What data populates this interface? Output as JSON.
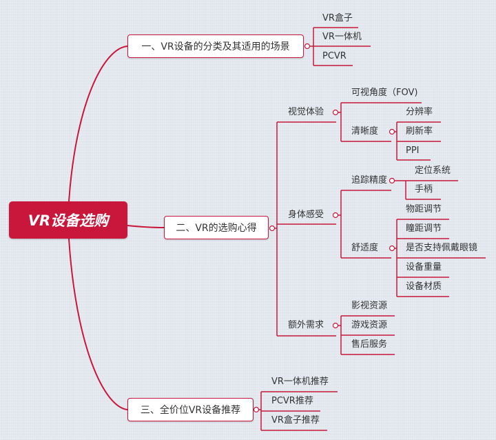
{
  "colors": {
    "accent": "#c8173b",
    "background": "#e3e8ef",
    "text": "#333333"
  },
  "root": {
    "label": "VR设备选购"
  },
  "branches": [
    {
      "label": "一、VR设备的分类及其适用的场景",
      "children": [
        {
          "label": "VR盒子"
        },
        {
          "label": "VR一体机"
        },
        {
          "label": "PCVR"
        }
      ]
    },
    {
      "label": "二、VR的选购心得",
      "children": [
        {
          "label": "视觉体验",
          "children": [
            {
              "label": "可视角度（FOV)"
            },
            {
              "label": "清晰度",
              "children": [
                {
                  "label": "分辨率"
                },
                {
                  "label": "刷新率"
                },
                {
                  "label": "PPI"
                }
              ]
            }
          ]
        },
        {
          "label": "身体感受",
          "children": [
            {
              "label": "追踪精度",
              "children": [
                {
                  "label": "定位系统"
                },
                {
                  "label": "手柄"
                }
              ]
            },
            {
              "label": "舒适度",
              "children": [
                {
                  "label": "物距调节"
                },
                {
                  "label": "瞳距调节"
                },
                {
                  "label": "是否支持佩戴眼镜"
                },
                {
                  "label": "设备重量"
                },
                {
                  "label": "设备材质"
                }
              ]
            }
          ]
        },
        {
          "label": "额外需求",
          "children": [
            {
              "label": "影视资源"
            },
            {
              "label": "游戏资源"
            },
            {
              "label": "售后服务"
            }
          ]
        }
      ]
    },
    {
      "label": "三、全价位VR设备推荐",
      "children": [
        {
          "label": "VR一体机推荐"
        },
        {
          "label": "PCVR推荐"
        },
        {
          "label": "VR盒子推荐"
        }
      ]
    }
  ]
}
